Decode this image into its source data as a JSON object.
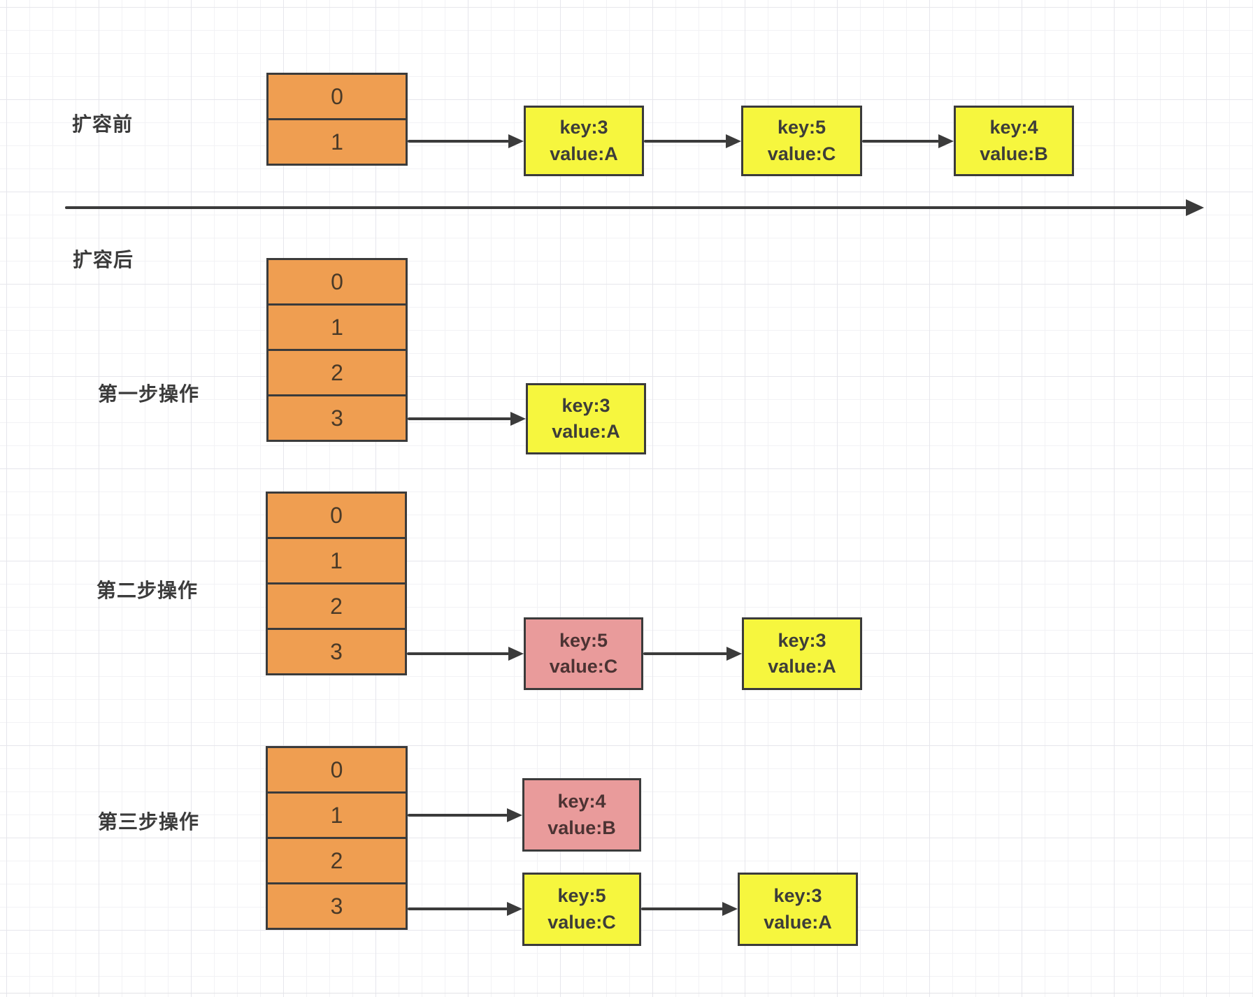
{
  "colors": {
    "array_fill": "#ef9e51",
    "node_yellow": "#f6f63e",
    "node_pink": "#e99b9b",
    "stroke": "#3b3b3b",
    "grid_minor": "#f2f2f5",
    "grid_major": "#e6e6ec"
  },
  "labels": {
    "before": "扩容前",
    "after": "扩容后",
    "step1": "第一步操作",
    "step2": "第二步操作",
    "step3": "第三步操作"
  },
  "arrays": {
    "before": {
      "cells": [
        "0",
        "1"
      ]
    },
    "step1": {
      "cells": [
        "0",
        "1",
        "2",
        "3"
      ]
    },
    "step2": {
      "cells": [
        "0",
        "1",
        "2",
        "3"
      ]
    },
    "step3": {
      "cells": [
        "0",
        "1",
        "2",
        "3"
      ]
    }
  },
  "nodes": {
    "before": [
      {
        "key": "key:3",
        "value": "value:A",
        "color": "yellow"
      },
      {
        "key": "key:5",
        "value": "value:C",
        "color": "yellow"
      },
      {
        "key": "key:4",
        "value": "value:B",
        "color": "yellow"
      }
    ],
    "step1": [
      {
        "key": "key:3",
        "value": "value:A",
        "color": "yellow"
      }
    ],
    "step2": [
      {
        "key": "key:5",
        "value": "value:C",
        "color": "pink"
      },
      {
        "key": "key:3",
        "value": "value:A",
        "color": "yellow"
      }
    ],
    "step3_bucket1": [
      {
        "key": "key:4",
        "value": "value:B",
        "color": "pink"
      }
    ],
    "step3_bucket3": [
      {
        "key": "key:5",
        "value": "value:C",
        "color": "yellow"
      },
      {
        "key": "key:3",
        "value": "value:A",
        "color": "yellow"
      }
    ]
  }
}
